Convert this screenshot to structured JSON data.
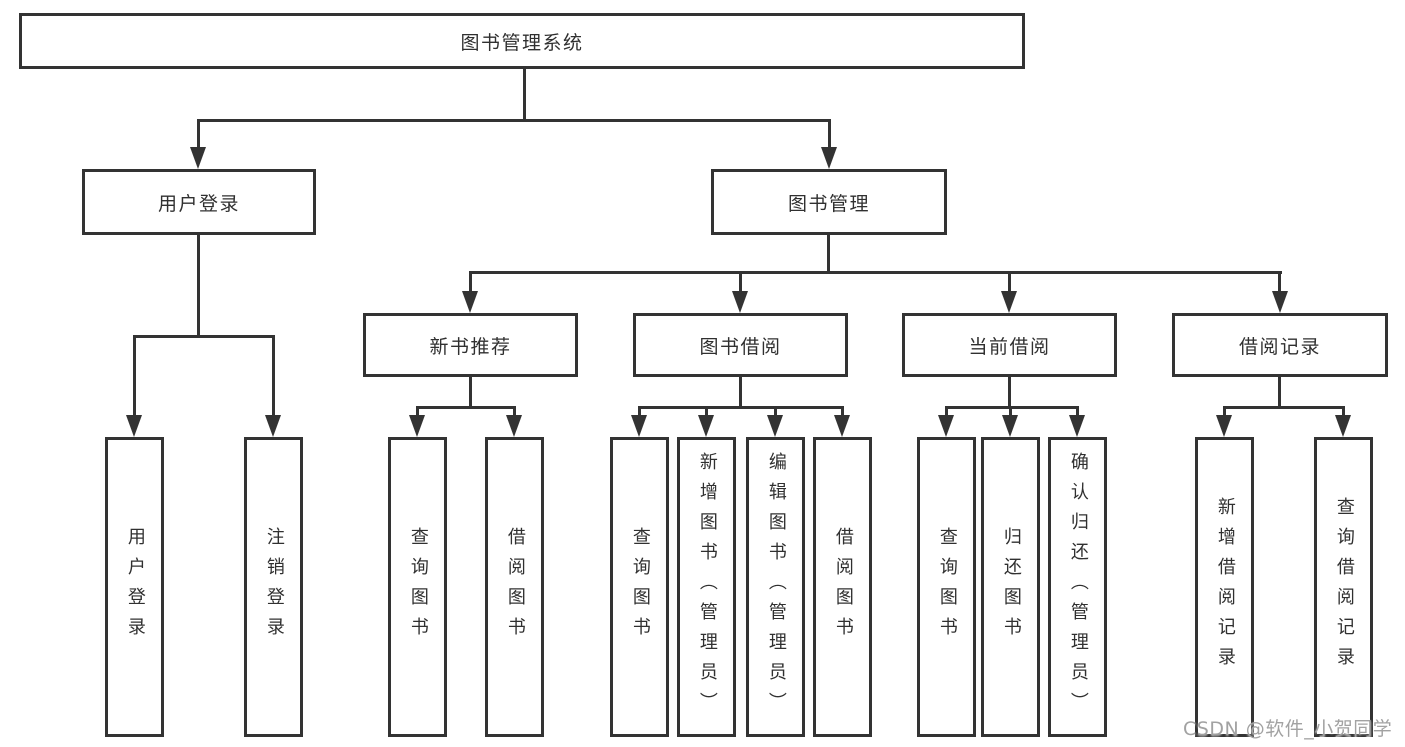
{
  "tree": {
    "root": {
      "label": "图书管理系统",
      "children": [
        {
          "label": "用户登录",
          "children": [
            {
              "label": "用户登录"
            },
            {
              "label": "注销登录"
            }
          ]
        },
        {
          "label": "图书管理",
          "children": [
            {
              "label": "新书推荐",
              "children": [
                {
                  "label": "查询图书"
                },
                {
                  "label": "借阅图书"
                }
              ]
            },
            {
              "label": "图书借阅",
              "children": [
                {
                  "label": "查询图书"
                },
                {
                  "label": "新增图书（管理员）"
                },
                {
                  "label": "编辑图书（管理员）"
                },
                {
                  "label": "借阅图书"
                }
              ]
            },
            {
              "label": "当前借阅",
              "children": [
                {
                  "label": "查询图书"
                },
                {
                  "label": "归还图书"
                },
                {
                  "label": "确认归还（管理员）"
                }
              ]
            },
            {
              "label": "借阅记录",
              "children": [
                {
                  "label": "新增借阅记录"
                },
                {
                  "label": "查询借阅记录"
                }
              ]
            }
          ]
        }
      ]
    }
  },
  "watermark": {
    "text": "CSDN @软件_小贺同学"
  },
  "colors": {
    "line": "#333333",
    "text": "#303030",
    "watermark_text": "#a2a2a2",
    "background": "#ffffff"
  }
}
